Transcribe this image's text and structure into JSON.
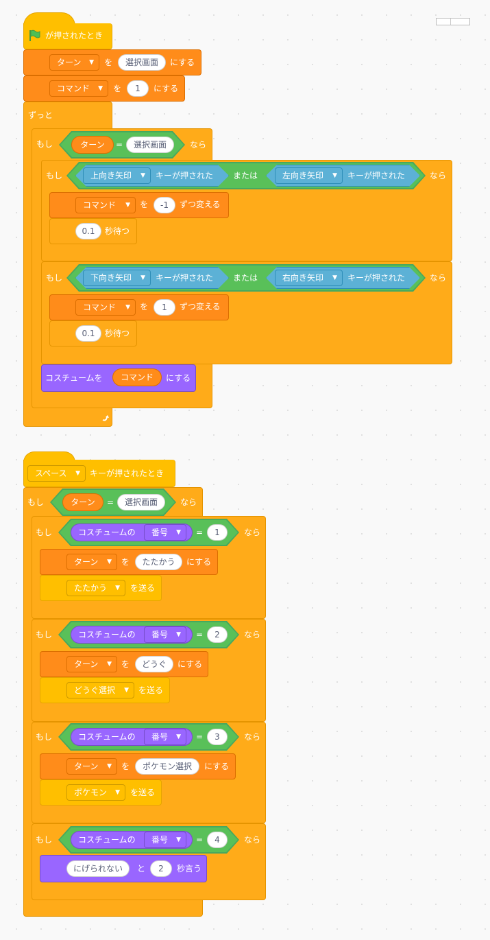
{
  "script1": {
    "hat": "が押されたとき",
    "set_turn": {
      "var": "ターン",
      "to": "を",
      "value": "選択画面",
      "suffix": "にする"
    },
    "set_cmd": {
      "var": "コマンド",
      "to": "を",
      "value": "1",
      "suffix": "にする"
    },
    "forever": "ずっと",
    "if_label": "もし",
    "then_label": "なら",
    "cond_turn": {
      "var": "ターン",
      "op": "=",
      "value": "選択画面"
    },
    "or_label": "または",
    "key_pressed": "キーが押された",
    "if_up": {
      "key_a": "上向き矢印",
      "key_b": "左向き矢印"
    },
    "change_up": {
      "var": "コマンド",
      "by": "を",
      "value": "-1",
      "suffix": "ずつ変える"
    },
    "wait1": {
      "value": "0.1",
      "suffix": "秒待つ"
    },
    "if_down": {
      "key_a": "下向き矢印",
      "key_b": "右向き矢印"
    },
    "change_down": {
      "var": "コマンド",
      "by": "を",
      "value": "1",
      "suffix": "ずつ変える"
    },
    "wait2": {
      "value": "0.1",
      "suffix": "秒待つ"
    },
    "costume": {
      "prefix": "コスチュームを",
      "reporter": "コマンド",
      "suffix": "にする"
    }
  },
  "script2": {
    "hat": {
      "key": "スペース",
      "suffix": "キーが押されたとき"
    },
    "if_label": "もし",
    "then_label": "なら",
    "cond_turn": {
      "var": "ターン",
      "op": "=",
      "value": "選択画面"
    },
    "costume_label": "コスチュームの",
    "costume_prop": "番号",
    "op": "=",
    "cases": [
      {
        "num": "1",
        "set_var": "ターン",
        "to": "を",
        "set_value": "たたかう",
        "set_suffix": "にする",
        "broadcast": "たたかう",
        "send": "を送る"
      },
      {
        "num": "2",
        "set_var": "ターン",
        "to": "を",
        "set_value": "どうぐ",
        "set_suffix": "にする",
        "broadcast": "どうぐ選択",
        "send": "を送る"
      },
      {
        "num": "3",
        "set_var": "ターン",
        "to": "を",
        "set_value": "ポケモン選択",
        "set_suffix": "にする",
        "broadcast": "ポケモン",
        "send": "を送る"
      },
      {
        "num": "4",
        "say_text": "にげられない",
        "and": "と",
        "secs": "2",
        "say_suffix": "秒言う"
      }
    ]
  },
  "colors": {
    "events": "#ffbf00",
    "control": "#ffab19",
    "variables": "#ff8c1a",
    "operators": "#59c059",
    "sensing": "#5cb1d6",
    "looks": "#9966ff",
    "flag": "#4cbf56"
  }
}
